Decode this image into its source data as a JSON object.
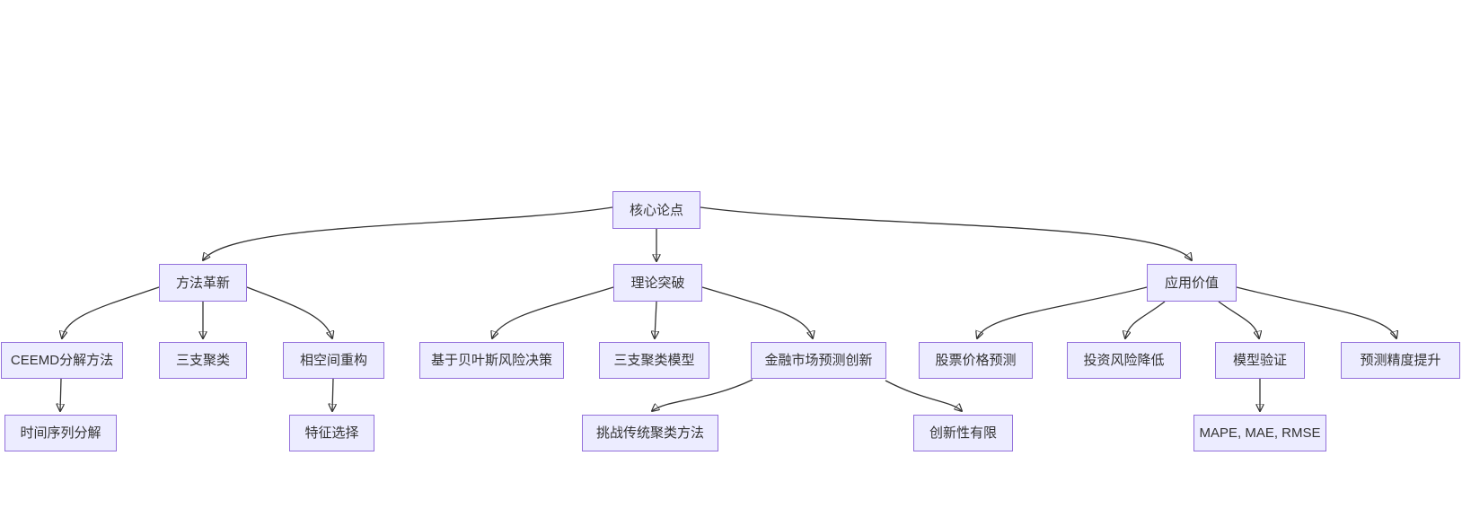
{
  "diagram": {
    "type": "flowchart",
    "direction": "top-down",
    "colors": {
      "node_fill": "#ECECFF",
      "node_border": "#9370DB",
      "edge": "#333333",
      "text": "#333333",
      "background": "#FFFFFF"
    },
    "nodes": [
      {
        "id": "core",
        "label": "核心论点",
        "level": 0
      },
      {
        "id": "method",
        "label": "方法革新",
        "level": 1
      },
      {
        "id": "theory",
        "label": "理论突破",
        "level": 1
      },
      {
        "id": "application",
        "label": "应用价值",
        "level": 1
      },
      {
        "id": "ceemd",
        "label": "CEEMD分解方法",
        "level": 2
      },
      {
        "id": "three-way-clustering",
        "label": "三支聚类",
        "level": 2
      },
      {
        "id": "phase-space",
        "label": "相空间重构",
        "level": 2
      },
      {
        "id": "bayesian-decision",
        "label": "基于贝叶斯风险决策",
        "level": 2
      },
      {
        "id": "three-way-model",
        "label": "三支聚类模型",
        "level": 2
      },
      {
        "id": "financial-innovation",
        "label": "金融市场预测创新",
        "level": 2
      },
      {
        "id": "stock-prediction",
        "label": "股票价格预测",
        "level": 2
      },
      {
        "id": "risk-reduction",
        "label": "投资风险降低",
        "level": 2
      },
      {
        "id": "model-validation",
        "label": "模型验证",
        "level": 2
      },
      {
        "id": "accuracy-improvement",
        "label": "预测精度提升",
        "level": 2
      },
      {
        "id": "time-series",
        "label": "时间序列分解",
        "level": 3
      },
      {
        "id": "feature-selection",
        "label": "特征选择",
        "level": 3
      },
      {
        "id": "challenge-clustering",
        "label": "挑战传统聚类方法",
        "level": 3
      },
      {
        "id": "limited-innovation",
        "label": "创新性有限",
        "level": 3
      },
      {
        "id": "metrics",
        "label": "MAPE, MAE, RMSE",
        "level": 3
      }
    ],
    "edges": [
      {
        "from": "core",
        "to": "method"
      },
      {
        "from": "core",
        "to": "theory"
      },
      {
        "from": "core",
        "to": "application"
      },
      {
        "from": "method",
        "to": "ceemd"
      },
      {
        "from": "method",
        "to": "three-way-clustering"
      },
      {
        "from": "method",
        "to": "phase-space"
      },
      {
        "from": "theory",
        "to": "bayesian-decision"
      },
      {
        "from": "theory",
        "to": "three-way-model"
      },
      {
        "from": "theory",
        "to": "financial-innovation"
      },
      {
        "from": "application",
        "to": "stock-prediction"
      },
      {
        "from": "application",
        "to": "risk-reduction"
      },
      {
        "from": "application",
        "to": "model-validation"
      },
      {
        "from": "application",
        "to": "accuracy-improvement"
      },
      {
        "from": "ceemd",
        "to": "time-series"
      },
      {
        "from": "phase-space",
        "to": "feature-selection"
      },
      {
        "from": "financial-innovation",
        "to": "challenge-clustering"
      },
      {
        "from": "financial-innovation",
        "to": "limited-innovation"
      },
      {
        "from": "model-validation",
        "to": "metrics"
      }
    ]
  }
}
